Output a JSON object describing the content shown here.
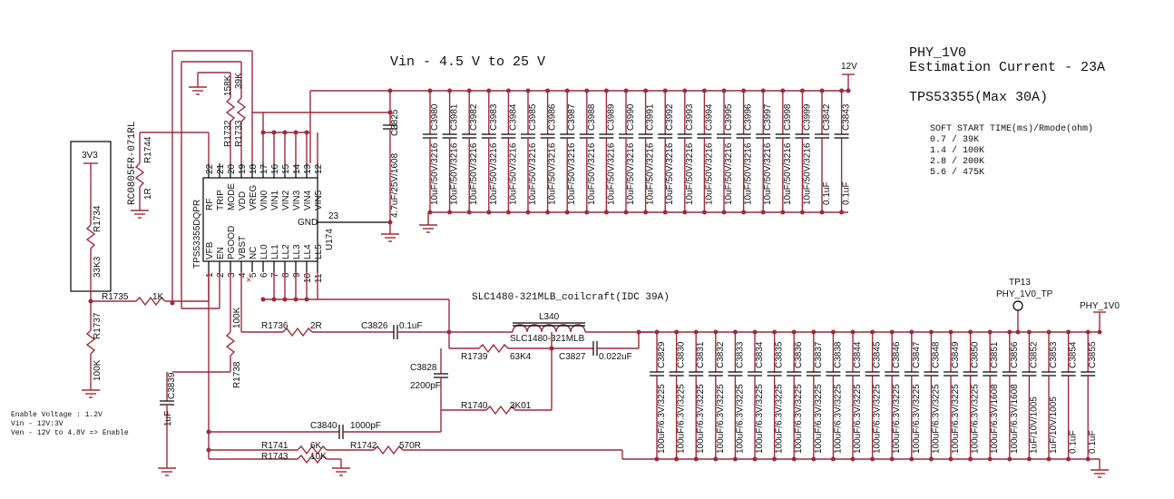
{
  "titles": {
    "vin": "Vin - 4.5 V to 25 V",
    "rail": "PHY_1V0",
    "estimation": "Estimation Current - 23A",
    "part": "TPS53355(Max 30A)",
    "coil_note": "SLC1480-321MLB_coilcraft(IDC 39A)"
  },
  "soft_start": {
    "header": "SOFT START TIME(ms)/Rmode(ohm)",
    "rows": [
      "0.7 / 39K",
      "1.4 / 100K",
      "2.8 / 200K",
      "5.6 / 475K"
    ]
  },
  "enable_note": [
    "Enable Voltage : 1.2V",
    "Vin - 12V:3V",
    "Ven - 12V to 4.8V => Enable"
  ],
  "ic": {
    "ref": "U174",
    "part": "TPS53355DQPR",
    "top_pins": [
      {
        "num": "22",
        "name": "RF"
      },
      {
        "num": "21",
        "name": "TRIP"
      },
      {
        "num": "20",
        "name": "MODE"
      },
      {
        "num": "19",
        "name": "VDD"
      },
      {
        "num": "18",
        "name": "VREG"
      },
      {
        "num": "17",
        "name": "VIN0"
      },
      {
        "num": "16",
        "name": "VIN1"
      },
      {
        "num": "15",
        "name": "VIN2"
      },
      {
        "num": "14",
        "name": "VIN3"
      },
      {
        "num": "13",
        "name": "VIN4"
      },
      {
        "num": "12",
        "name": "VIN5"
      }
    ],
    "bottom_pins": [
      {
        "num": "1",
        "name": "VFB"
      },
      {
        "num": "2",
        "name": "EN"
      },
      {
        "num": "3",
        "name": "PGOOD"
      },
      {
        "num": "4",
        "name": "VBST"
      },
      {
        "num": "5",
        "name": "NC"
      },
      {
        "num": "6",
        "name": "LL0"
      },
      {
        "num": "7",
        "name": "LL1"
      },
      {
        "num": "8",
        "name": "LL2"
      },
      {
        "num": "9",
        "name": "LL3"
      },
      {
        "num": "10",
        "name": "LL4"
      },
      {
        "num": "11",
        "name": "LL5"
      }
    ],
    "gnd_pin": {
      "num": "23",
      "name": "GND"
    }
  },
  "power": {
    "v12": "12V",
    "v3v3": "3V3",
    "phy_out": "PHY_1V0"
  },
  "testpoint": {
    "ref": "TP13",
    "net": "PHY_1V0_TP"
  },
  "input_caps": [
    {
      "ref": "C3980",
      "val": "10uF/50V/3216"
    },
    {
      "ref": "C3981",
      "val": "10uF/50V/3216"
    },
    {
      "ref": "C3982",
      "val": "10uF/50V/3216"
    },
    {
      "ref": "C3983",
      "val": "10uF/50V/3216"
    },
    {
      "ref": "C3984",
      "val": "10uF/50V/3216"
    },
    {
      "ref": "C3985",
      "val": "10uF/50V/3216"
    },
    {
      "ref": "C3986",
      "val": "10uF/50V/3216"
    },
    {
      "ref": "C3987",
      "val": "10uF/50V/3216"
    },
    {
      "ref": "C3988",
      "val": "10uF/50V/3216"
    },
    {
      "ref": "C3989",
      "val": "10uF/50V/3216"
    },
    {
      "ref": "C3990",
      "val": "10uF/50V/3216"
    },
    {
      "ref": "C3991",
      "val": "10uF/50V/3216"
    },
    {
      "ref": "C3992",
      "val": "10uF/50V/3216"
    },
    {
      "ref": "C3993",
      "val": "10uF/50V/3216"
    },
    {
      "ref": "C3994",
      "val": "10uF/50V/3216"
    },
    {
      "ref": "C3995",
      "val": "10uF/50V/3216"
    },
    {
      "ref": "C3996",
      "val": "10uF/50V/3216"
    },
    {
      "ref": "C3997",
      "val": "10uF/50V/3216"
    },
    {
      "ref": "C3998",
      "val": "10uF/50V/3216"
    },
    {
      "ref": "C3999",
      "val": "10uF/50V/3216"
    },
    {
      "ref": "C3842",
      "val": "0.1uF"
    },
    {
      "ref": "C3843",
      "val": "0.1uF"
    }
  ],
  "output_caps": [
    {
      "ref": "C3829",
      "val": "100uF/6.3V/3225"
    },
    {
      "ref": "C3830",
      "val": "100uF/6.3V/3225"
    },
    {
      "ref": "C3831",
      "val": "100uF/6.3V/3225"
    },
    {
      "ref": "C3832",
      "val": "100uF/6.3V/3225"
    },
    {
      "ref": "C3833",
      "val": "100uF/6.3V/3225"
    },
    {
      "ref": "C3834",
      "val": "100uF/6.3V/3225"
    },
    {
      "ref": "C3835",
      "val": "100uF/6.3V/3225"
    },
    {
      "ref": "C3836",
      "val": "100uF/6.3V/3225"
    },
    {
      "ref": "C3837",
      "val": "100uF/6.3V/3225"
    },
    {
      "ref": "C3838",
      "val": "100uF/6.3V/3225"
    },
    {
      "ref": "C3844",
      "val": "100uF/6.3V/3225"
    },
    {
      "ref": "C3845",
      "val": "100uF/6.3V/3225"
    },
    {
      "ref": "C3846",
      "val": "100uF/6.3V/3225"
    },
    {
      "ref": "C3847",
      "val": "100uF/6.3V/3225"
    },
    {
      "ref": "C3848",
      "val": "100uF/6.3V/3225"
    },
    {
      "ref": "C3849",
      "val": "100uF/6.3V/3225"
    },
    {
      "ref": "C3850",
      "val": "100uF/6.3V/3225"
    },
    {
      "ref": "C3851",
      "val": "100uF/6.3V/1608"
    },
    {
      "ref": "C3856",
      "val": "100uF/6.3V/1608"
    },
    {
      "ref": "C3852",
      "val": "1uF/10V/1005"
    },
    {
      "ref": "C3853",
      "val": "1uF/10V/1005"
    },
    {
      "ref": "C3854",
      "val": "0.1uF"
    },
    {
      "ref": "C3855",
      "val": "0.1uF"
    }
  ],
  "parts": {
    "r1744": {
      "ref": "R1744",
      "val": "1R",
      "note": "RC0805FR-071RL"
    },
    "r1732": {
      "ref": "R1732",
      "val": "158K"
    },
    "r1733": {
      "ref": "R1733",
      "val": "39K"
    },
    "c3825": {
      "ref": "C3825",
      "val": "4.7uF/25V/1608"
    },
    "r1734": {
      "ref": "R1734",
      "val": "33K3"
    },
    "r1735": {
      "ref": "R1735",
      "val": "1K"
    },
    "r1737": {
      "ref": "R1737",
      "val": "100K"
    },
    "r1738": {
      "ref": "R1738",
      "val": "100K"
    },
    "c3839": {
      "ref": "C3839",
      "val": "1uF"
    },
    "r1736": {
      "ref": "R1736",
      "val": "2R"
    },
    "c3826": {
      "ref": "C3826",
      "val": "0.1uF"
    },
    "l340": {
      "ref": "L340",
      "val": "SLC1480-321MLB"
    },
    "r1739": {
      "ref": "R1739",
      "val": "63K4"
    },
    "c3827": {
      "ref": "C3827",
      "val": "0.022uF"
    },
    "c3828": {
      "ref": "C3828",
      "val": "2200pF"
    },
    "r1740": {
      "ref": "R1740",
      "val": "3K01"
    },
    "c3840": {
      "ref": "C3840",
      "val": "1000pF"
    },
    "r1741": {
      "ref": "R1741",
      "val": "6K"
    },
    "r1742": {
      "ref": "R1742",
      "val": "570R"
    },
    "r1743": {
      "ref": "R1743",
      "val": "10K"
    }
  },
  "nc_mark": "×"
}
